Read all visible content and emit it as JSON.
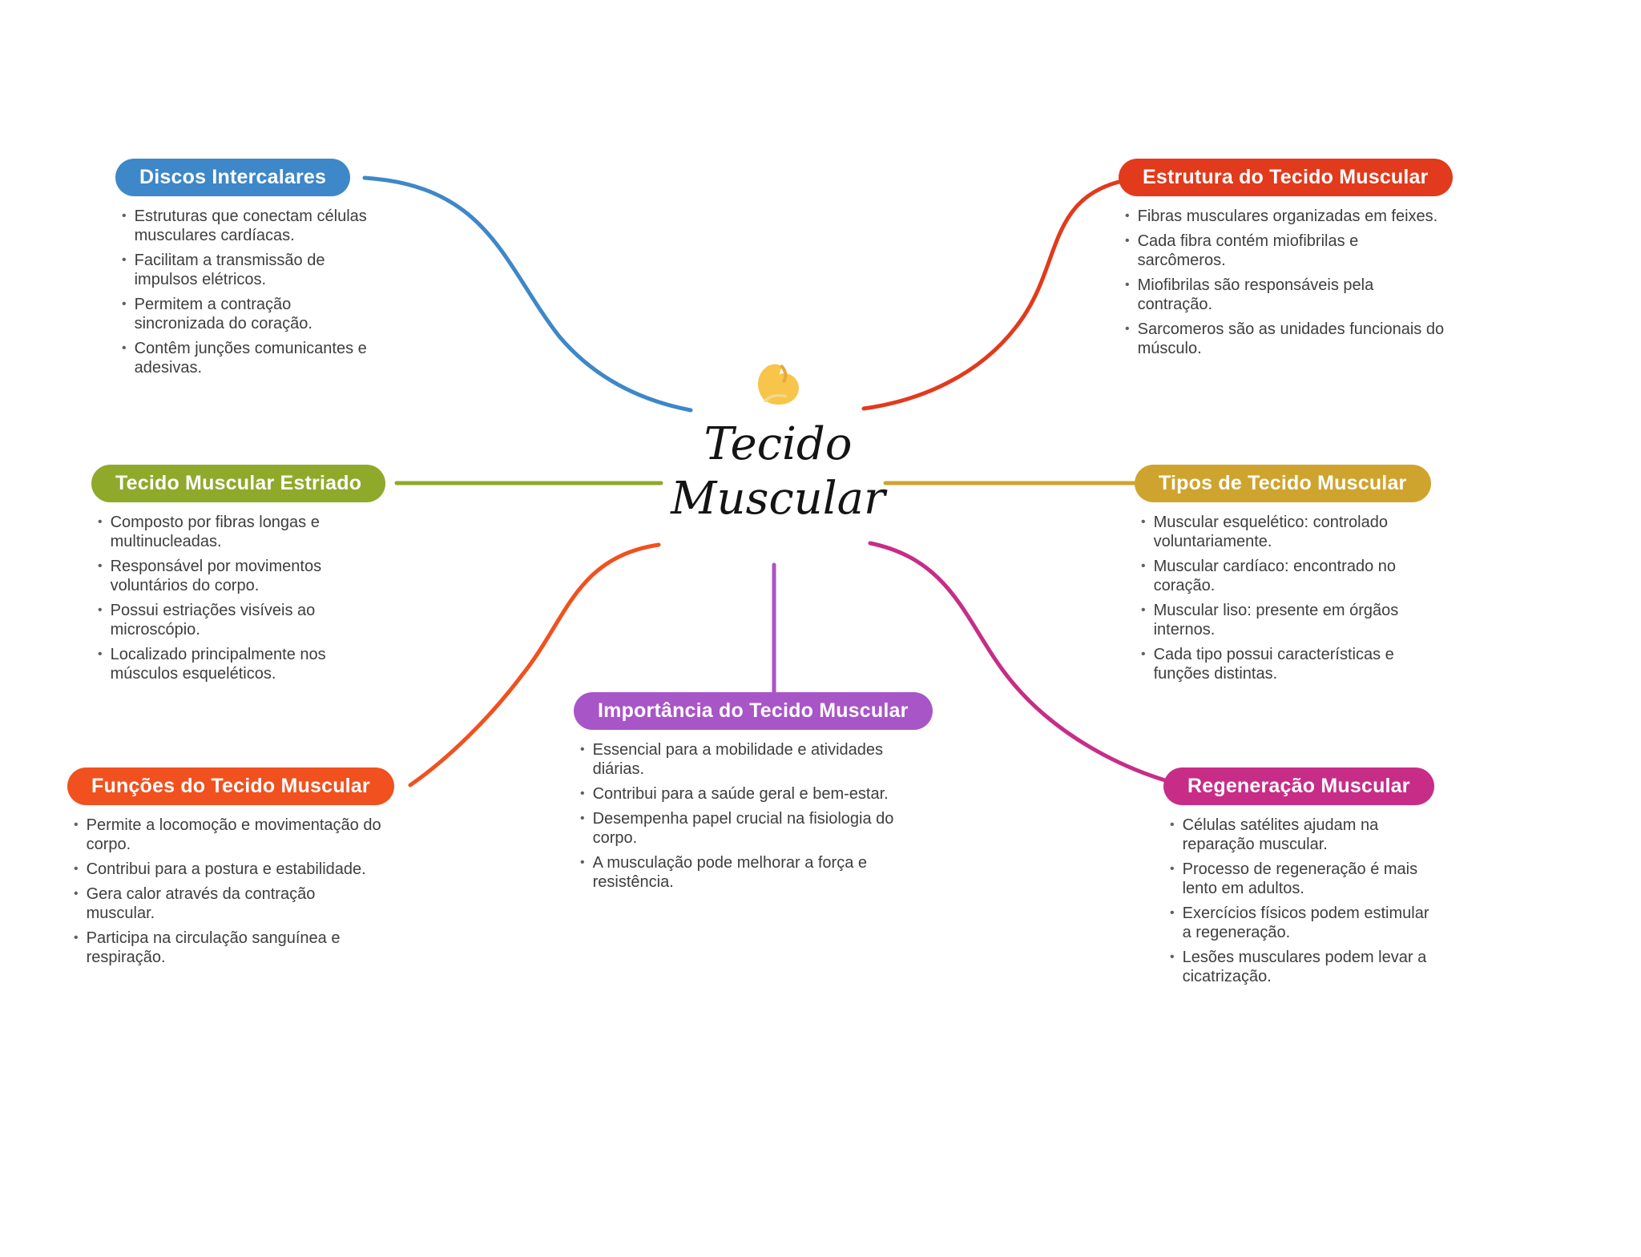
{
  "center": {
    "icon": "flexed-biceps",
    "title_line1": "Tecido",
    "title_line2": "Muscular"
  },
  "nodes": [
    {
      "id": "discos-intercalares",
      "label": "Discos Intercalares",
      "color": "#3e87c9",
      "bullets": [
        "Estruturas que conectam células musculares cardíacas.",
        "Facilitam a transmissão de impulsos elétricos.",
        "Permitem a contração sincronizada do coração.",
        "Contêm junções comunicantes e adesivas."
      ]
    },
    {
      "id": "estrutura-do-tecido-muscular",
      "label": "Estrutura do Tecido Muscular",
      "color": "#e23a1c",
      "bullets": [
        "Fibras musculares organizadas em feixes.",
        "Cada fibra contém miofibrilas e sarcômeros.",
        "Miofibrilas são responsáveis pela contração.",
        "Sarcomeros são as unidades funcionais do músculo."
      ]
    },
    {
      "id": "tecido-muscular-estriado",
      "label": "Tecido Muscular Estriado",
      "color": "#8fa92b",
      "bullets": [
        "Composto por fibras longas e multinucleadas.",
        "Responsável por movimentos voluntários do corpo.",
        "Possui estriações visíveis ao microscópio.",
        "Localizado principalmente nos músculos esqueléticos."
      ]
    },
    {
      "id": "tipos-de-tecido-muscular",
      "label": "Tipos de Tecido Muscular",
      "color": "#cfa42e",
      "bullets": [
        "Muscular esquelético: controlado voluntariamente.",
        "Muscular cardíaco: encontrado no coração.",
        "Muscular liso: presente em órgãos internos.",
        "Cada tipo possui características e funções distintas."
      ]
    },
    {
      "id": "funcoes-do-tecido-muscular",
      "label": "Funções do Tecido Muscular",
      "color": "#f0511f",
      "bullets": [
        "Permite a locomoção e movimentação do corpo.",
        "Contribui para a postura e estabilidade.",
        "Gera calor através da contração muscular.",
        "Participa na circulação sanguínea e respiração."
      ]
    },
    {
      "id": "importancia-do-tecido-muscular",
      "label": "Importância do Tecido Muscular",
      "color": "#a855c7",
      "bullets": [
        "Essencial para a mobilidade e atividades diárias.",
        "Contribui para a saúde geral e bem-estar.",
        "Desempenha papel crucial na fisiologia do corpo.",
        "A musculação pode melhorar a força e resistência."
      ]
    },
    {
      "id": "regeneracao-muscular",
      "label": "Regeneração Muscular",
      "color": "#c72d87",
      "bullets": [
        "Células satélites ajudam na reparação muscular.",
        "Processo de regeneração é mais lento em adultos.",
        "Exercícios físicos podem estimular a regeneração.",
        "Lesões musculares podem levar a cicatrização."
      ]
    }
  ]
}
